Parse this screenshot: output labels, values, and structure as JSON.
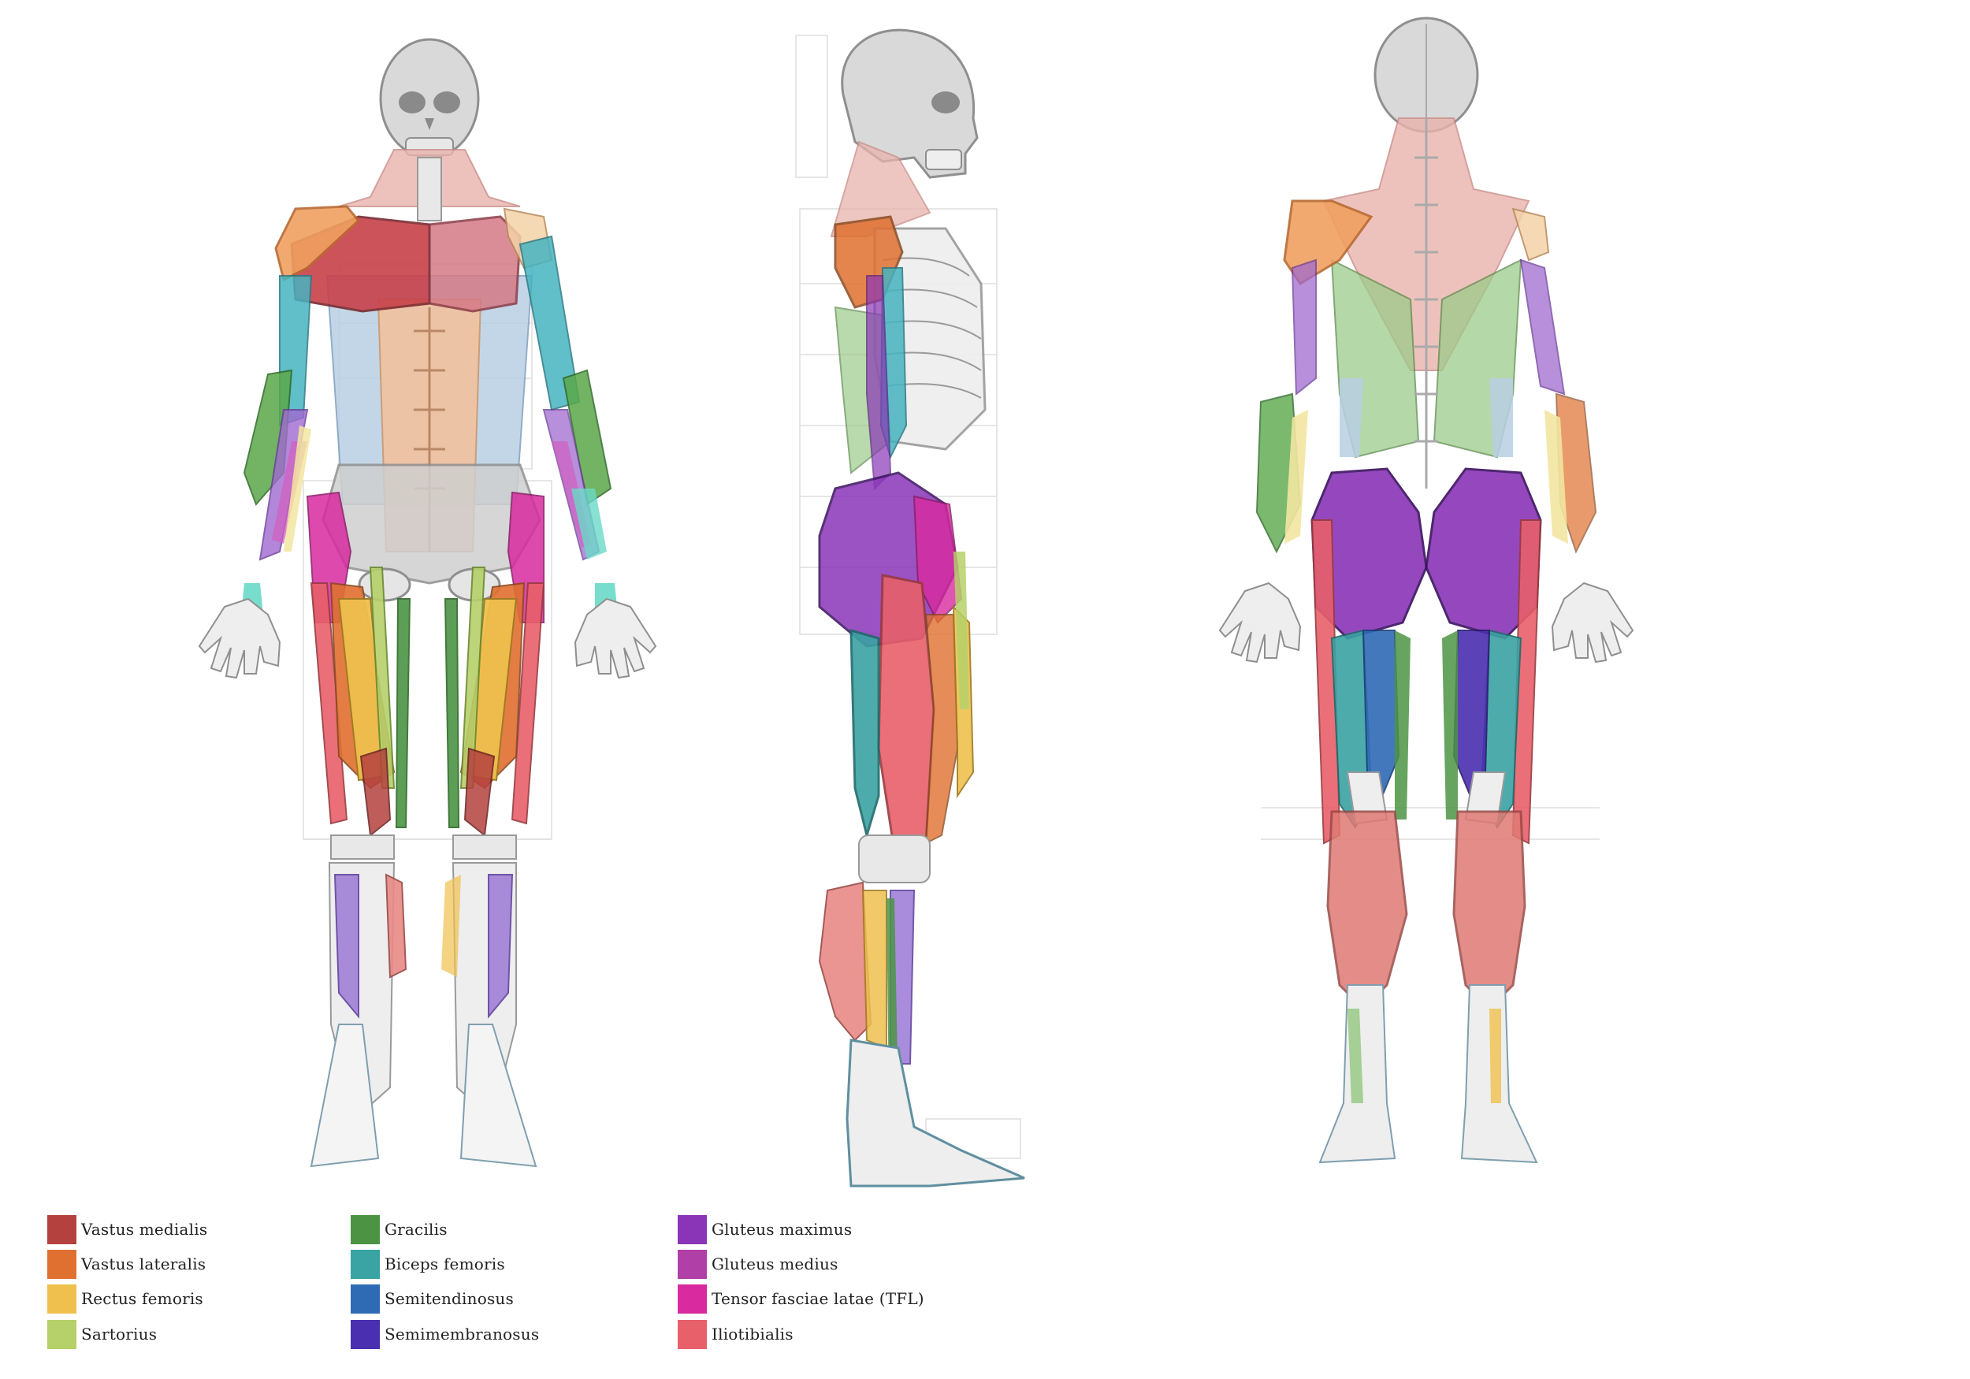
{
  "legend": {
    "columns": [
      [
        {
          "label": "Vastus medialis",
          "color": "#b5413f"
        },
        {
          "label": "Vastus lateralis",
          "color": "#e07030"
        },
        {
          "label": "Rectus femoris",
          "color": "#efc04e"
        },
        {
          "label": "Sartorius",
          "color": "#b6d06a"
        }
      ],
      [
        {
          "label": "Gracilis",
          "color": "#4c9444"
        },
        {
          "label": "Biceps femoris",
          "color": "#3aa3a3"
        },
        {
          "label": "Semitendinosus",
          "color": "#2f6bb5"
        },
        {
          "label": "Semimembranosus",
          "color": "#4a2fb0"
        }
      ],
      [
        {
          "label": "Gluteus maximus",
          "color": "#8a35b8"
        },
        {
          "label": "Gluteus medius",
          "color": "#b13fa8"
        },
        {
          "label": "Tensor fasciae latae (TFL)",
          "color": "#d92aa0"
        },
        {
          "label": "Iliotibialis",
          "color": "#e8606a"
        }
      ]
    ]
  },
  "palette": {
    "skeleton": "#d9d9d9",
    "skeleton_stroke": "#8f8f8f",
    "trapezius": "#e9b3ad",
    "deltoid": "#f0a060",
    "pectoral": "#c8414a",
    "abdominal": "#f2c29e",
    "oblique": "#b9cfe3",
    "biceps": "#46b4c0",
    "forearm_green": "#5aa84a",
    "forearm_purple": "#a06ad0",
    "forearm_pink": "#d060c0",
    "forearm_yellow": "#f2e5a0",
    "hand_teal": "#6ad9c8",
    "lower_leg_purple": "#9b7ad6",
    "lower_leg_red": "#e88a86",
    "back_green": "#9ccb8a",
    "calf": "#e07a74"
  }
}
